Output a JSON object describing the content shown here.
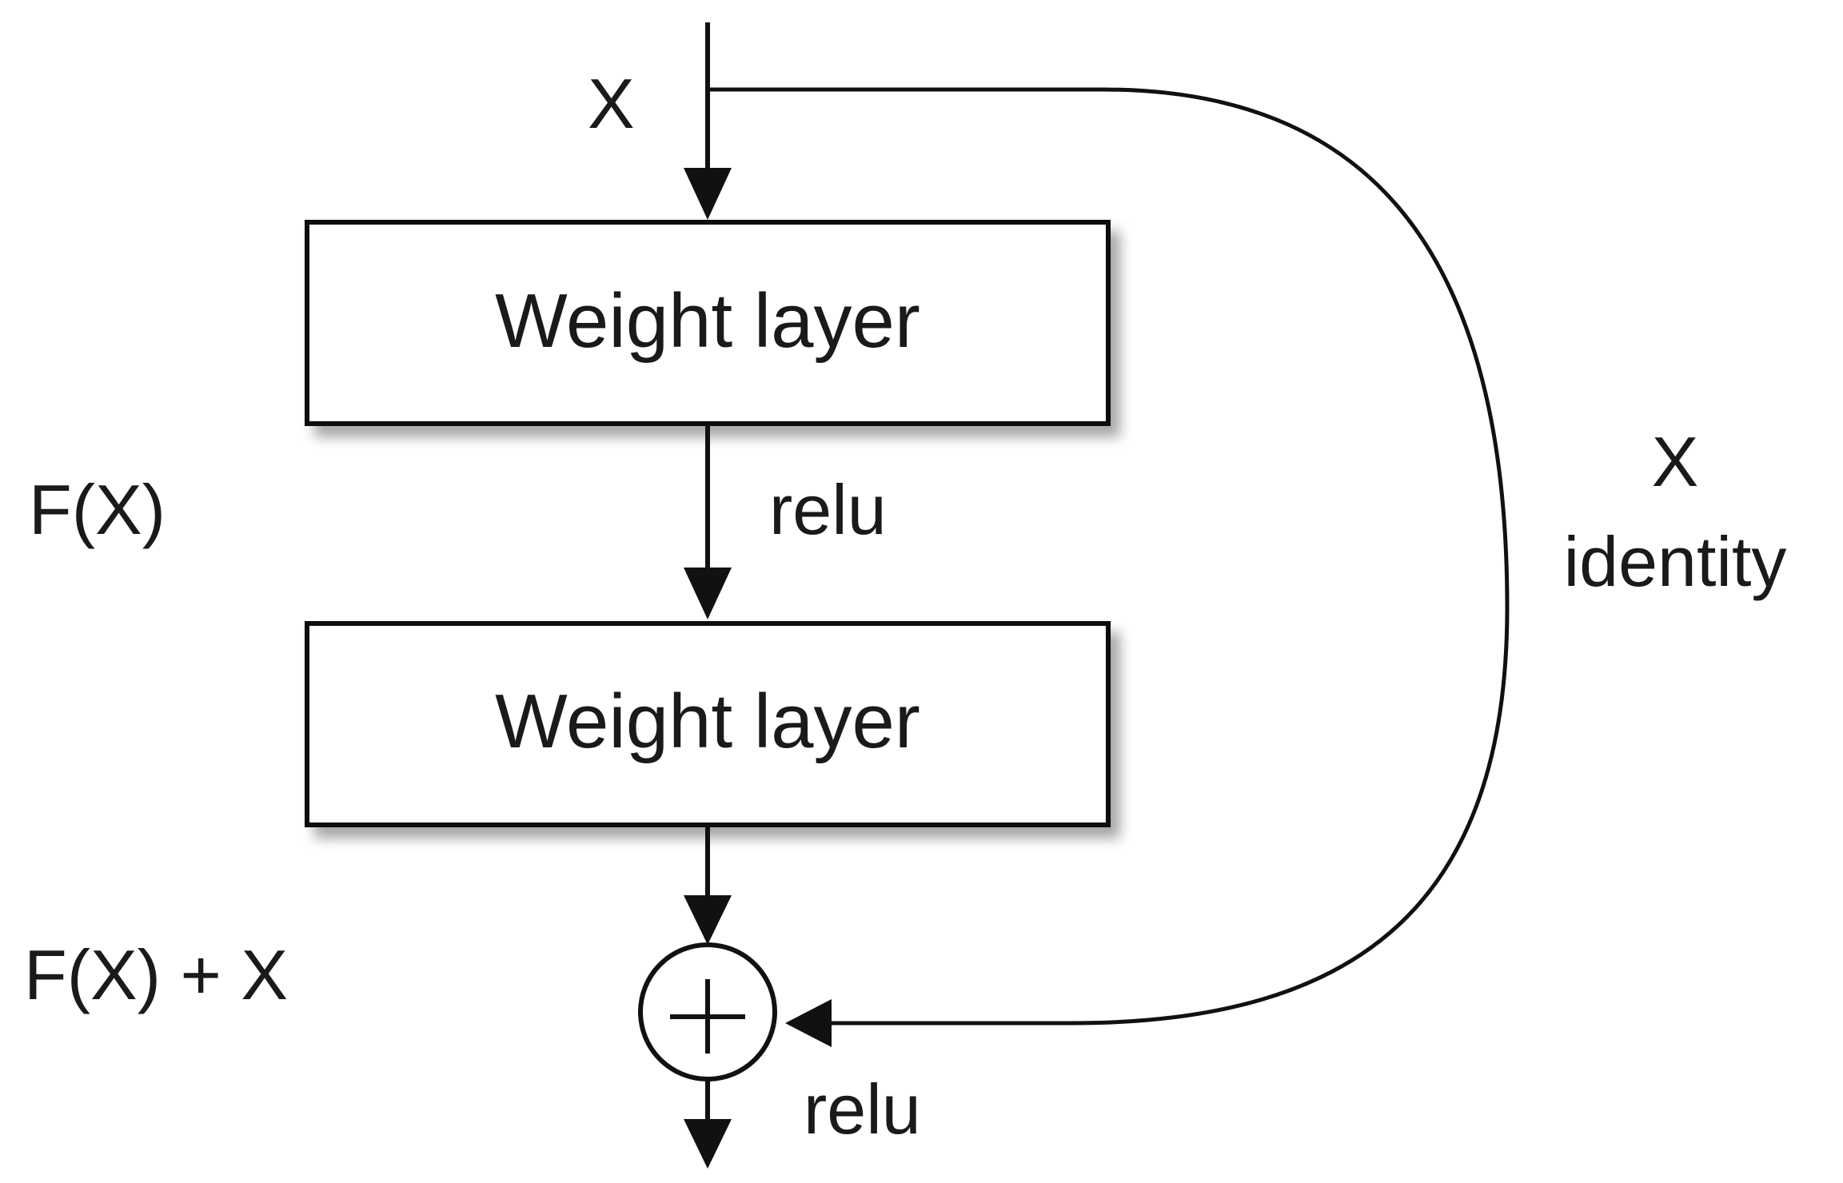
{
  "input_label": "X",
  "boxes": [
    {
      "label": "Weight layer"
    },
    {
      "label": "Weight layer"
    }
  ],
  "edge_label_middle": "relu",
  "edge_label_bottom": "relu",
  "residual_label": "F(X)",
  "sum_label": "F(X) + X",
  "shortcut_label_top": "X",
  "shortcut_label_bottom": "identity"
}
